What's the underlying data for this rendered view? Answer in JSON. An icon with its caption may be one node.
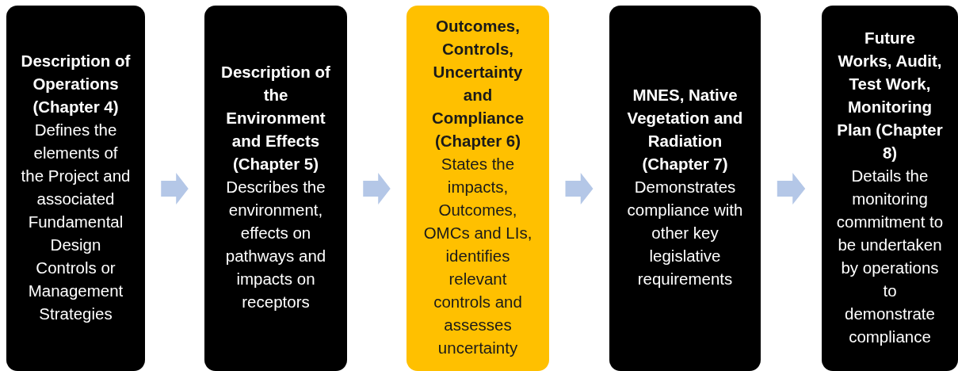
{
  "diagram": {
    "nodes": [
      {
        "text": [
          "Description of Operations (Chapter 4)",
          "Defines the elements of the Project and associated Fundamental Design Controls or Management Strategies"
        ]
      },
      {
        "text": [
          "Description of the Environment and Effects (Chapter 5)",
          "Describes the environment, effects on pathways and impacts on receptors"
        ]
      },
      {
        "text": [
          "Outcomes, Controls, Uncertainty and Compliance (Chapter 6)",
          "States the impacts, Outcomes, OMCs and LIs, identifies relevant controls and assesses uncertainty"
        ]
      },
      {
        "text": [
          "MNES, Native Vegetation and Radiation (Chapter 7)",
          "Demonstrates compliance with other key legislative requirements"
        ]
      },
      {
        "text": [
          "Future Works, Audit, Test Work, Monitoring Plan (Chapter 8)",
          "Details the monitoring commitment to be undertaken by operations to demonstrate compliance"
        ]
      }
    ],
    "edges": [
      {
        "from": 0,
        "to": 1,
        "arrow": "to",
        "style": "thick",
        "color": "#b4c7e7"
      },
      {
        "from": 1,
        "to": 2,
        "arrow": "to",
        "style": "thick",
        "color": "#b4c7e7"
      },
      {
        "from": 2,
        "to": 3,
        "arrow": "to",
        "style": "thick",
        "color": "#b4c7e7"
      },
      {
        "from": 3,
        "to": 4,
        "arrow": "to",
        "style": "thick",
        "color": "#b4c7e7"
      }
    ]
  }
}
